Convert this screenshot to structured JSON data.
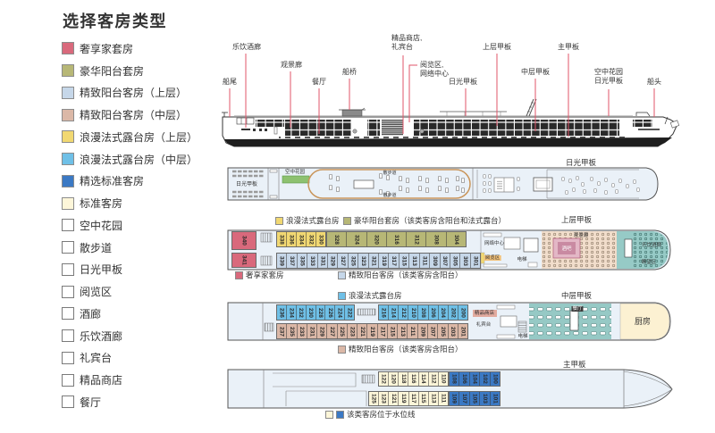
{
  "title": "选择客房类型",
  "legend": {
    "cabin_types": [
      {
        "id": "luxury_suite",
        "label": "奢享家套房",
        "color": "#d9697c"
      },
      {
        "id": "deluxe_balcony_suite",
        "label": "豪华阳台套房",
        "color": "#b7b776"
      },
      {
        "id": "balcony_upper",
        "label": "精致阳台客房（上层）",
        "color": "#c6d7e9"
      },
      {
        "id": "balcony_middle",
        "label": "精致阳台客房（中层）",
        "color": "#dbb8a7"
      },
      {
        "id": "french_upper",
        "label": "浪漫法式露台房（上层）",
        "color": "#f1d872"
      },
      {
        "id": "french_middle",
        "label": "浪漫法式露台房（中层）",
        "color": "#6fc0e7"
      },
      {
        "id": "select_standard",
        "label": "精选标准客房",
        "color": "#3b79c4"
      },
      {
        "id": "standard",
        "label": "标准客房",
        "color": "#fdf6d9"
      }
    ],
    "facilities": [
      "空中花园",
      "散步道",
      "日光甲板",
      "阅览区",
      "酒廊",
      "乐饮酒廊",
      "礼宾台",
      "精品商店",
      "餐厅"
    ]
  },
  "side_view": {
    "labels": [
      {
        "lines": [
          "船尾"
        ]
      },
      {
        "lines": [
          "乐饮酒廊"
        ]
      },
      {
        "lines": [
          "观景廊"
        ]
      },
      {
        "lines": [
          "餐厅"
        ]
      },
      {
        "lines": [
          "船桥"
        ]
      },
      {
        "lines": [
          "精品商店,",
          "礼宾台"
        ]
      },
      {
        "lines": [
          "阅览区,",
          "网络中心"
        ]
      },
      {
        "lines": [
          "日光甲板"
        ]
      },
      {
        "lines": [
          "上层甲板"
        ]
      },
      {
        "lines": [
          "中层甲板"
        ]
      },
      {
        "lines": [
          "主甲板"
        ]
      },
      {
        "lines": [
          "空中花园",
          "日光甲板"
        ]
      },
      {
        "lines": [
          "船头"
        ]
      }
    ]
  },
  "decks": {
    "sun": {
      "title": "日光甲板",
      "labels": {
        "sun_area": "日光甲板",
        "sky_garden": "空中花园",
        "promenade_top": "散步道",
        "promenade_bottom": "散步道"
      }
    },
    "upper": {
      "title": "上层甲板",
      "legend_above": [
        {
          "type": "french_upper",
          "label": "浪漫法式露台房"
        },
        {
          "type": "deluxe_balcony_suite",
          "label": "豪华阳台套房（该类客房含阳台和法式露台）"
        }
      ],
      "legend_below": [
        {
          "type": "luxury_suite",
          "label": "奢享家套房"
        },
        {
          "type": "balcony_upper",
          "label": "精致阳台客房（该类客房含阳台）"
        }
      ],
      "rows": {
        "suite_top": {
          "type": "luxury_suite",
          "cabins": [
            "340"
          ]
        },
        "suite_bottom": {
          "type": "luxury_suite",
          "cabins": [
            "341"
          ]
        },
        "top_french": {
          "type": "french_upper",
          "cabins": [
            "338",
            "336",
            "334",
            "332",
            "330"
          ]
        },
        "top_deluxe": {
          "type": "deluxe_balcony_suite",
          "cabins": [
            "328",
            "324",
            "320",
            "316",
            "312",
            "308",
            "304"
          ]
        },
        "bottom_balcony": {
          "type": "balcony_upper",
          "cabins": [
            "339",
            "337",
            "335",
            "333",
            "331",
            "329",
            "327",
            "325",
            "323",
            "321",
            "319",
            "317",
            "315",
            "313",
            "311",
            "309",
            "307",
            "305",
            "303",
            "301"
          ]
        }
      },
      "labels": {
        "internet_center": "网络中心",
        "reading_area": "阅览区",
        "elevator": "电梯",
        "observation_lounge": "观景廊",
        "bar": "酒吧",
        "sip_lounge": "乐饮酒廊",
        "lookout": "瞭望区"
      }
    },
    "middle": {
      "title": "中层甲板",
      "legend_above": [
        {
          "type": "french_middle",
          "label": "浪漫法式露台房"
        }
      ],
      "legend_below": [
        {
          "type": "balcony_middle",
          "label": "精致阳台客房（该类客房含阳台）"
        }
      ],
      "rows": {
        "top_aft": {
          "type": "french_middle",
          "cabins": [
            "236",
            "234",
            "232",
            "230",
            "228",
            "226",
            "224",
            "222"
          ]
        },
        "top_fwd": {
          "type": "french_middle",
          "cabins": [
            "216",
            "214",
            "212",
            "210",
            "208",
            "206",
            "204",
            "202",
            "200"
          ]
        },
        "bottom": {
          "type": "balcony_middle",
          "cabins": [
            "237",
            "235",
            "233",
            "231",
            "229",
            "227",
            "225",
            "223",
            "221",
            "219",
            "217",
            "215",
            "213",
            "211",
            "209",
            "207",
            "205",
            "203",
            "201"
          ]
        }
      },
      "labels": {
        "boutique": "精品商店",
        "reception": "礼宾台",
        "elevator": "电梯",
        "restaurant": "餐厅",
        "galley": "厨房"
      }
    },
    "main": {
      "title": "主甲板",
      "legend_below": {
        "types": [
          "standard",
          "select_standard"
        ],
        "label": "该类客房位于水位线"
      },
      "rows": {
        "top_standard": {
          "type": "standard",
          "cabins": [
            "122",
            "120",
            "118",
            "116",
            "114",
            "112",
            "110"
          ]
        },
        "top_select": {
          "type": "select_standard",
          "cabins": [
            "108",
            "106",
            "104",
            "102",
            "100"
          ]
        },
        "bottom_standard": {
          "type": "standard",
          "cabins": [
            "125",
            "123",
            "121",
            "119",
            "117",
            "115",
            "113",
            "111"
          ]
        },
        "bottom_select": {
          "type": "select_standard",
          "cabins": [
            "109",
            "107",
            "105",
            "103",
            "101"
          ]
        }
      }
    }
  }
}
